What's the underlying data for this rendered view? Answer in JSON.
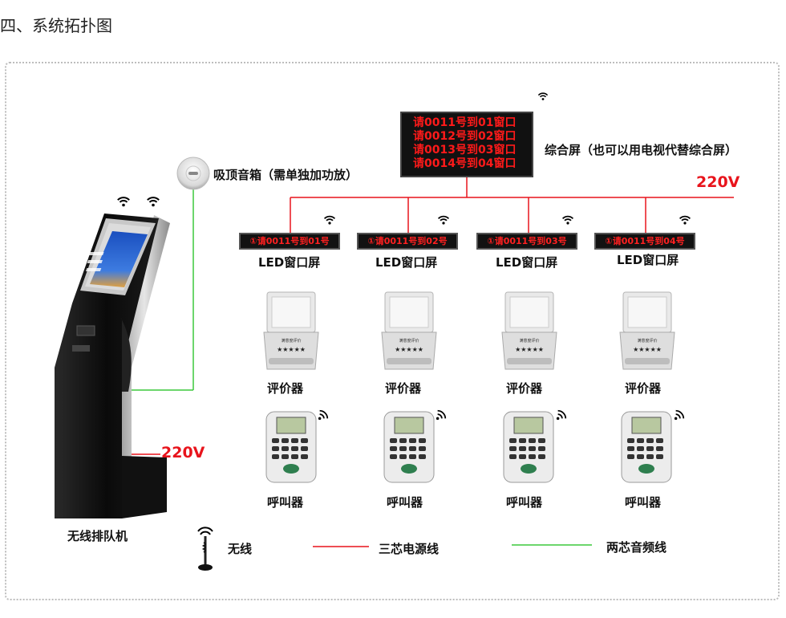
{
  "heading": "四、系统拓扑图",
  "main_screen": {
    "lines": [
      "请0011号到01窗口",
      "请0012号到02窗口",
      "请0013号到03窗口",
      "请0014号到04窗口"
    ],
    "label": "综合屏（也可以用电视代替综合屏）"
  },
  "speaker": {
    "label": "吸顶音箱（需单独加功放）"
  },
  "kiosk": {
    "label": "无线排队机",
    "screen_title": "智能排队管理系统"
  },
  "power": {
    "top_voltage": "220V",
    "kiosk_voltage": "220V"
  },
  "windows": [
    {
      "led_text": "①请0011号到01号",
      "led_label": "LED窗口屏",
      "evaluator_label": "评价器",
      "caller_label": "呼叫器"
    },
    {
      "led_text": "①请0011号到02号",
      "led_label": "LED窗口屏",
      "evaluator_label": "评价器",
      "caller_label": "呼叫器"
    },
    {
      "led_text": "①请0011号到03号",
      "led_label": "LED窗口屏",
      "evaluator_label": "评价器",
      "caller_label": "呼叫器"
    },
    {
      "led_text": "①请0011号到04号",
      "led_label": "LED窗口屏",
      "evaluator_label": "评价器",
      "caller_label": "呼叫器"
    }
  ],
  "legend": {
    "wireless": "无线",
    "power_line": "三芯电源线",
    "audio_line": "两芯音频线"
  },
  "colors": {
    "power_line": "#e8141c",
    "audio_line": "#3cc83c",
    "led_text": "#ff2020"
  }
}
